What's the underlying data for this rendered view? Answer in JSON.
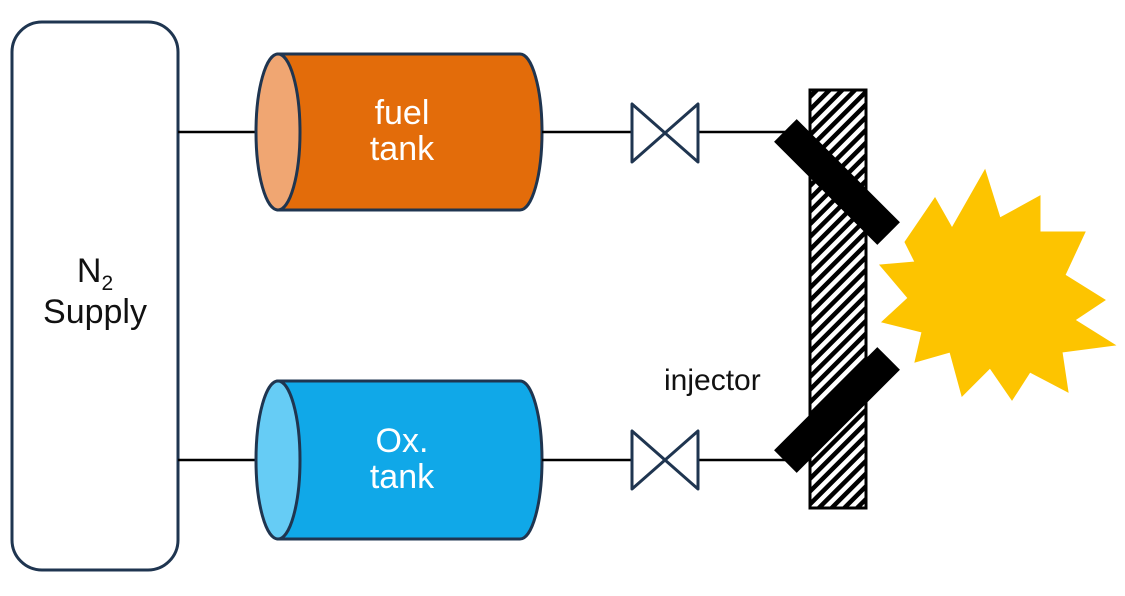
{
  "supply": {
    "main": "N",
    "subscript": "2",
    "line2": "Supply"
  },
  "fuel_tank": {
    "line1": "fuel",
    "line2": "tank"
  },
  "ox_tank": {
    "line1": "Ox.",
    "line2": "tank"
  },
  "injector_label": "injector",
  "colors": {
    "fuel_body": "#e36c0a",
    "fuel_end": "#f0a672",
    "ox_body": "#10a8e8",
    "ox_end": "#66ccf5",
    "outline": "#1f3550",
    "flame": "#fdc400",
    "injector_plate": "#000000"
  },
  "icons": [
    "valve-icon",
    "flame-icon",
    "injector-plate-icon"
  ]
}
